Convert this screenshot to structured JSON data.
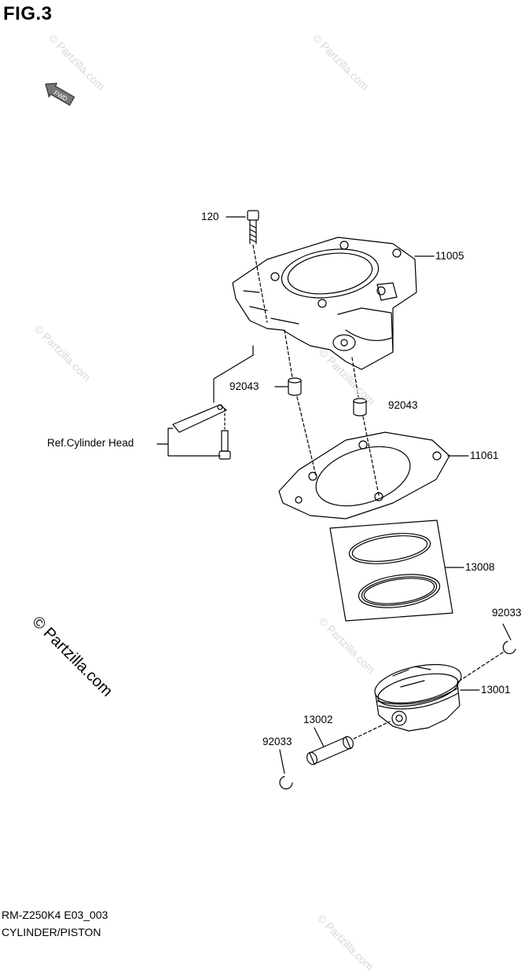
{
  "figure": {
    "title": "FIG.3"
  },
  "fwd_arrow": {
    "text": "FWD"
  },
  "parts": {
    "bolt": "120",
    "cylinder": "11005",
    "dowel_left": "92043",
    "dowel_right": "92043",
    "ref_cylinder_head": "Ref.Cylinder Head",
    "gasket": "11061",
    "ring_set": "13008",
    "circlip_right": "92033",
    "piston": "13001",
    "piston_pin": "13002",
    "circlip_left": "92033"
  },
  "footer": {
    "model_code": "RM-Z250K4 E03_003",
    "section_name": "CYLINDER/PISTON"
  },
  "watermark": {
    "text": "© Partzilla.com"
  },
  "colors": {
    "line": "#000000",
    "watermark": "#d8d8d8"
  }
}
